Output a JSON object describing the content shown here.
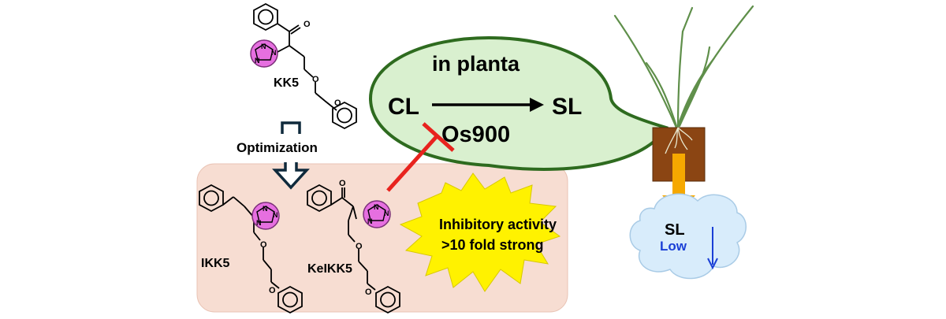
{
  "compounds": {
    "kk5": "KK5",
    "ikk5": "IKK5",
    "keikk5": "KeIKK5"
  },
  "atoms": {
    "oxygen": "O",
    "nitrogen": "N"
  },
  "optimization_label": "Optimization",
  "bubble": {
    "title": "in planta",
    "substrate": "CL",
    "product": "SL",
    "enzyme": "Os900"
  },
  "burst": {
    "line1": "Inhibitory activity",
    "line2": ">10 fold strong"
  },
  "cloud": {
    "label": "SL",
    "sublabel": "Low"
  },
  "colors": {
    "panel_fill": "#f7ddd2",
    "bubble_fill": "#d9f0cf",
    "bubble_stroke": "#2e6b1f",
    "inhibitor_red": "#e8231e",
    "triazole_fill": "#e66fe0",
    "burst_fill": "#fff200",
    "root_box": "#8b4513",
    "arrow_orange": "#f6a800",
    "cloud_fill": "#d8ecfb",
    "low_blue": "#1a3fd6",
    "plant_green": "#5f8f4a",
    "optimization_arrow": "#0f2a3c"
  }
}
